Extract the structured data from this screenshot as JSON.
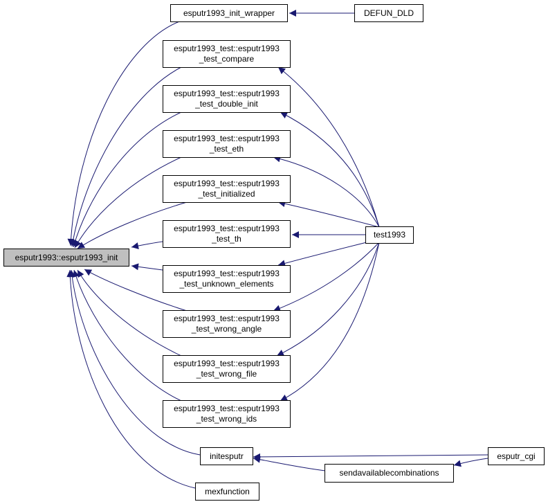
{
  "graph": {
    "edge_color": "#191970",
    "focus_fill": "#bfbfbf",
    "nodes": {
      "focus": {
        "line1": "esputr1993::esputr1993_init"
      },
      "init_wrapper": {
        "line1": "esputr1993_init_wrapper"
      },
      "defun_dld": {
        "line1": "DEFUN_DLD"
      },
      "test_compare": {
        "line1": "esputr1993_test::esputr1993",
        "line2": "_test_compare"
      },
      "test_double_init": {
        "line1": "esputr1993_test::esputr1993",
        "line2": "_test_double_init"
      },
      "test_eth": {
        "line1": "esputr1993_test::esputr1993",
        "line2": "_test_eth"
      },
      "test_initialized": {
        "line1": "esputr1993_test::esputr1993",
        "line2": "_test_initialized"
      },
      "test_th": {
        "line1": "esputr1993_test::esputr1993",
        "line2": "_test_th"
      },
      "test_unknown_elements": {
        "line1": "esputr1993_test::esputr1993",
        "line2": "_test_unknown_elements"
      },
      "test_wrong_angle": {
        "line1": "esputr1993_test::esputr1993",
        "line2": "_test_wrong_angle"
      },
      "test_wrong_file": {
        "line1": "esputr1993_test::esputr1993",
        "line2": "_test_wrong_file"
      },
      "test_wrong_ids": {
        "line1": "esputr1993_test::esputr1993",
        "line2": "_test_wrong_ids"
      },
      "test1993": {
        "line1": "test1993"
      },
      "initesputr": {
        "line1": "initesputr"
      },
      "mexfunction": {
        "line1": "mexfunction"
      },
      "sendavailablecombinations": {
        "line1": "sendavailablecombinations"
      },
      "esputr_cgi": {
        "line1": "esputr_cgi"
      }
    }
  }
}
